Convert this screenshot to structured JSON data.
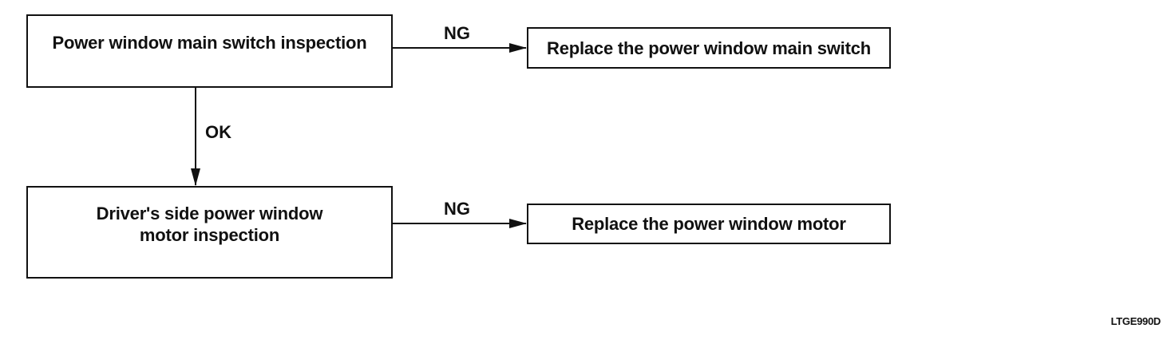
{
  "flowchart": {
    "steps": {
      "main_switch_inspection": "Power window main switch inspection",
      "motor_inspection": "Driver's side power window\nmotor  inspection",
      "replace_main_switch": "Replace the power window main switch",
      "replace_motor": "Replace the power window motor"
    },
    "connectors": {
      "ng_1": "NG",
      "ok": "OK",
      "ng_2": "NG"
    },
    "line_color": "#111111"
  },
  "figure_code": "LTGE990D"
}
